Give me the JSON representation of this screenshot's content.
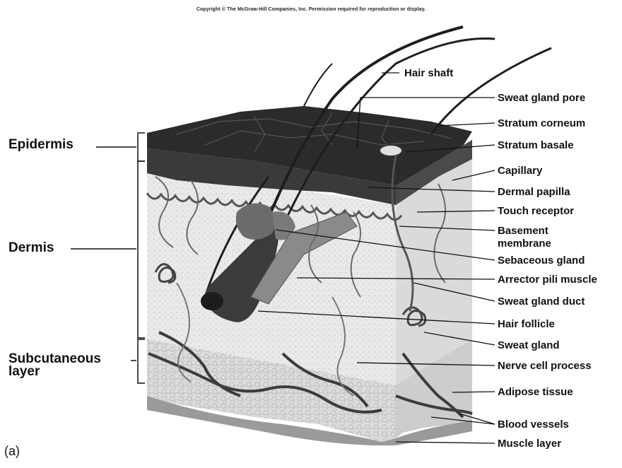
{
  "copyright": "Copyright © The McGraw-Hill Companies, Inc. Permission required for reproduction or display.",
  "panel_label": "(a)",
  "left_labels": {
    "epidermis": "Epidermis",
    "dermis": "Dermis",
    "subcutaneous_line1": "Subcutaneous",
    "subcutaneous_line2": "layer"
  },
  "right_labels": {
    "hair_shaft": "Hair shaft",
    "sweat_gland_pore": "Sweat gland pore",
    "stratum_corneum": "Stratum corneum",
    "stratum_basale": "Stratum basale",
    "capillary": "Capillary",
    "dermal_papilla": "Dermal papilla",
    "touch_receptor": "Touch receptor",
    "basement_membrane_line1": "Basement",
    "basement_membrane_line2": "membrane",
    "sebaceous_gland": "Sebaceous gland",
    "arrector_pili_muscle": "Arrector pili muscle",
    "sweat_gland_duct": "Sweat gland duct",
    "hair_follicle": "Hair follicle",
    "sweat_gland": "Sweat gland",
    "nerve_cell_process": "Nerve cell process",
    "adipose_tissue": "Adipose tissue",
    "blood_vessels": "Blood vessels",
    "muscle_layer": "Muscle layer"
  }
}
